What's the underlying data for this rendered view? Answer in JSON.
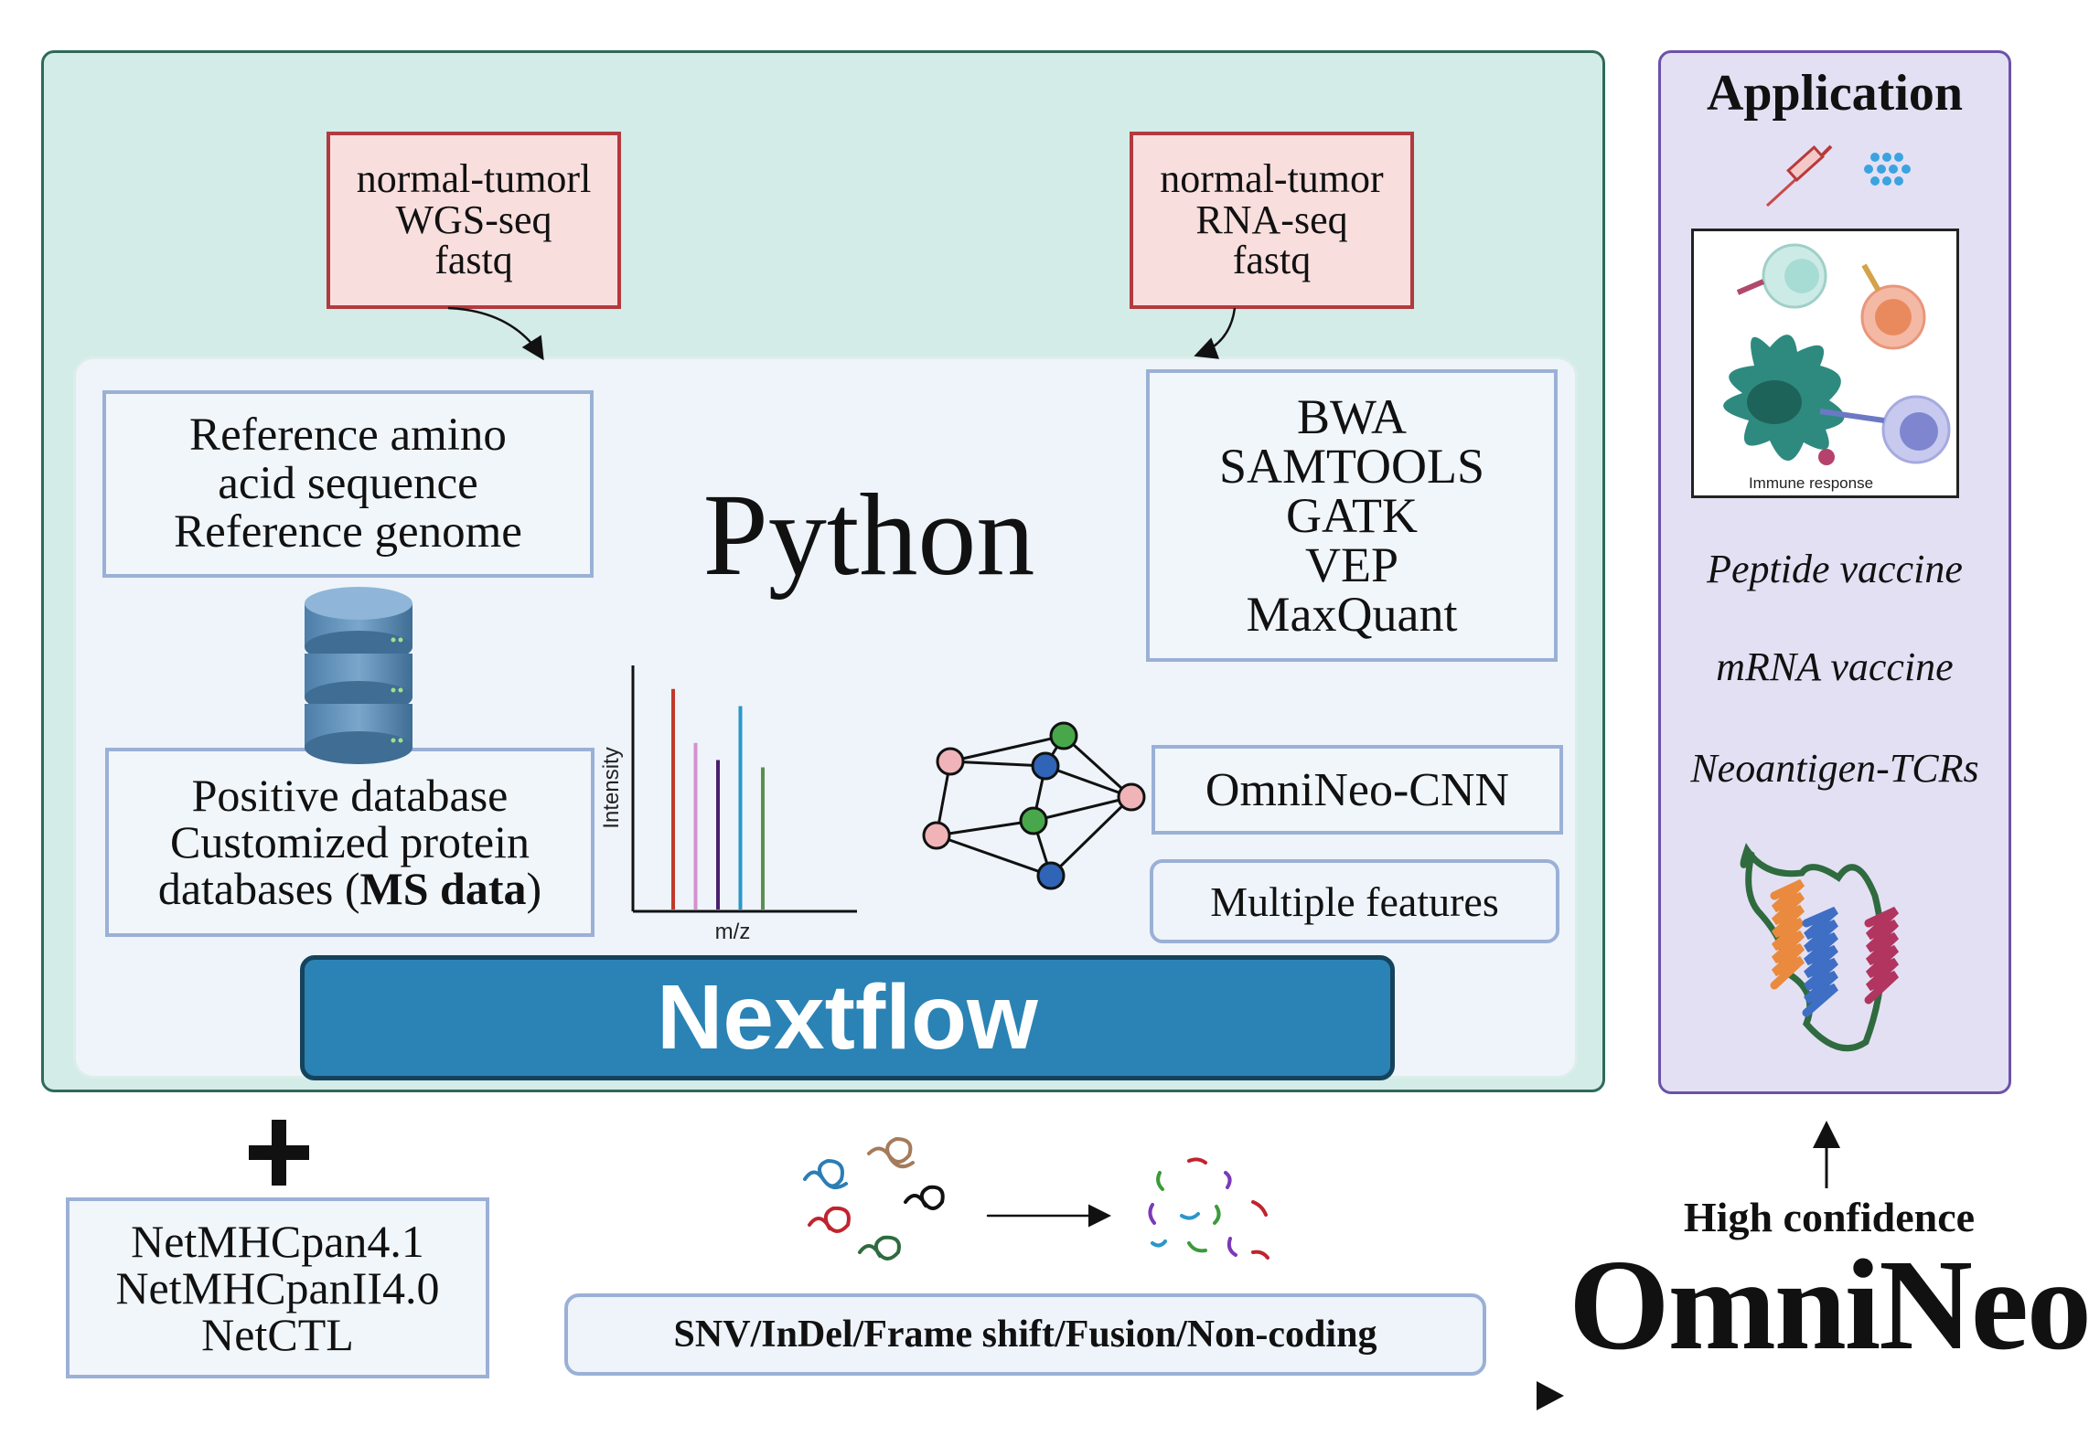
{
  "inputs": {
    "wgs": [
      "normal-tumorl",
      "WGS-seq",
      "fastq"
    ],
    "rna": [
      "normal-tumor",
      "RNA-seq",
      "fastq"
    ]
  },
  "reference_box": [
    "Reference amino",
    "acid sequence",
    "Reference genome"
  ],
  "python_label": "Python",
  "tools_box": [
    "BWA",
    "SAMTOOLS",
    "GATK",
    "VEP",
    "MaxQuant"
  ],
  "database_box": {
    "line1": "Positive database",
    "line2": "Customized protein",
    "line3_prefix": "databases (",
    "line3_bold": "MS data",
    "line3_suffix": ")"
  },
  "ms_plot": {
    "ylabel": "Intensity",
    "xlabel": "m/z",
    "peaks": [
      {
        "color": "#c0392b",
        "value": 0.9
      },
      {
        "color": "#d78fd0",
        "value": 0.68
      },
      {
        "color": "#4a1f6e",
        "value": 0.61
      },
      {
        "color": "#2b96c9",
        "value": 0.83
      },
      {
        "color": "#5a8f4d",
        "value": 0.58
      }
    ]
  },
  "cnn_box": "OmniNeo-CNN",
  "features_box": "Multiple features",
  "nextflow_label": "Nextflow",
  "application": {
    "title": "Application",
    "immune_caption": "Immune response",
    "items": [
      "Peptide vaccine",
      "mRNA vaccine",
      "Neoantigen-TCRs"
    ]
  },
  "netmhc_box": [
    "NetMHCpan4.1",
    "NetMHCpanII4.0",
    "NetCTL"
  ],
  "variant_box": "SNV/InDel/Frame shift/Fusion/Non-coding",
  "result": {
    "confidence": "High confidence",
    "name": "OmniNeo"
  },
  "colors": {
    "main_panel": "#d3ece8",
    "input_fill": "#f9dede",
    "input_border": "#b23a3f",
    "nextflow": "#2a83b4",
    "application_panel": "#e4e0f4"
  },
  "icons": [
    "syringe-icon",
    "lipid-nanoparticle-icon",
    "database-icon",
    "mass-spectrum-plot",
    "neural-network-icon",
    "protein-helix-icon",
    "peptide-fragments-icon",
    "plus-icon"
  ]
}
